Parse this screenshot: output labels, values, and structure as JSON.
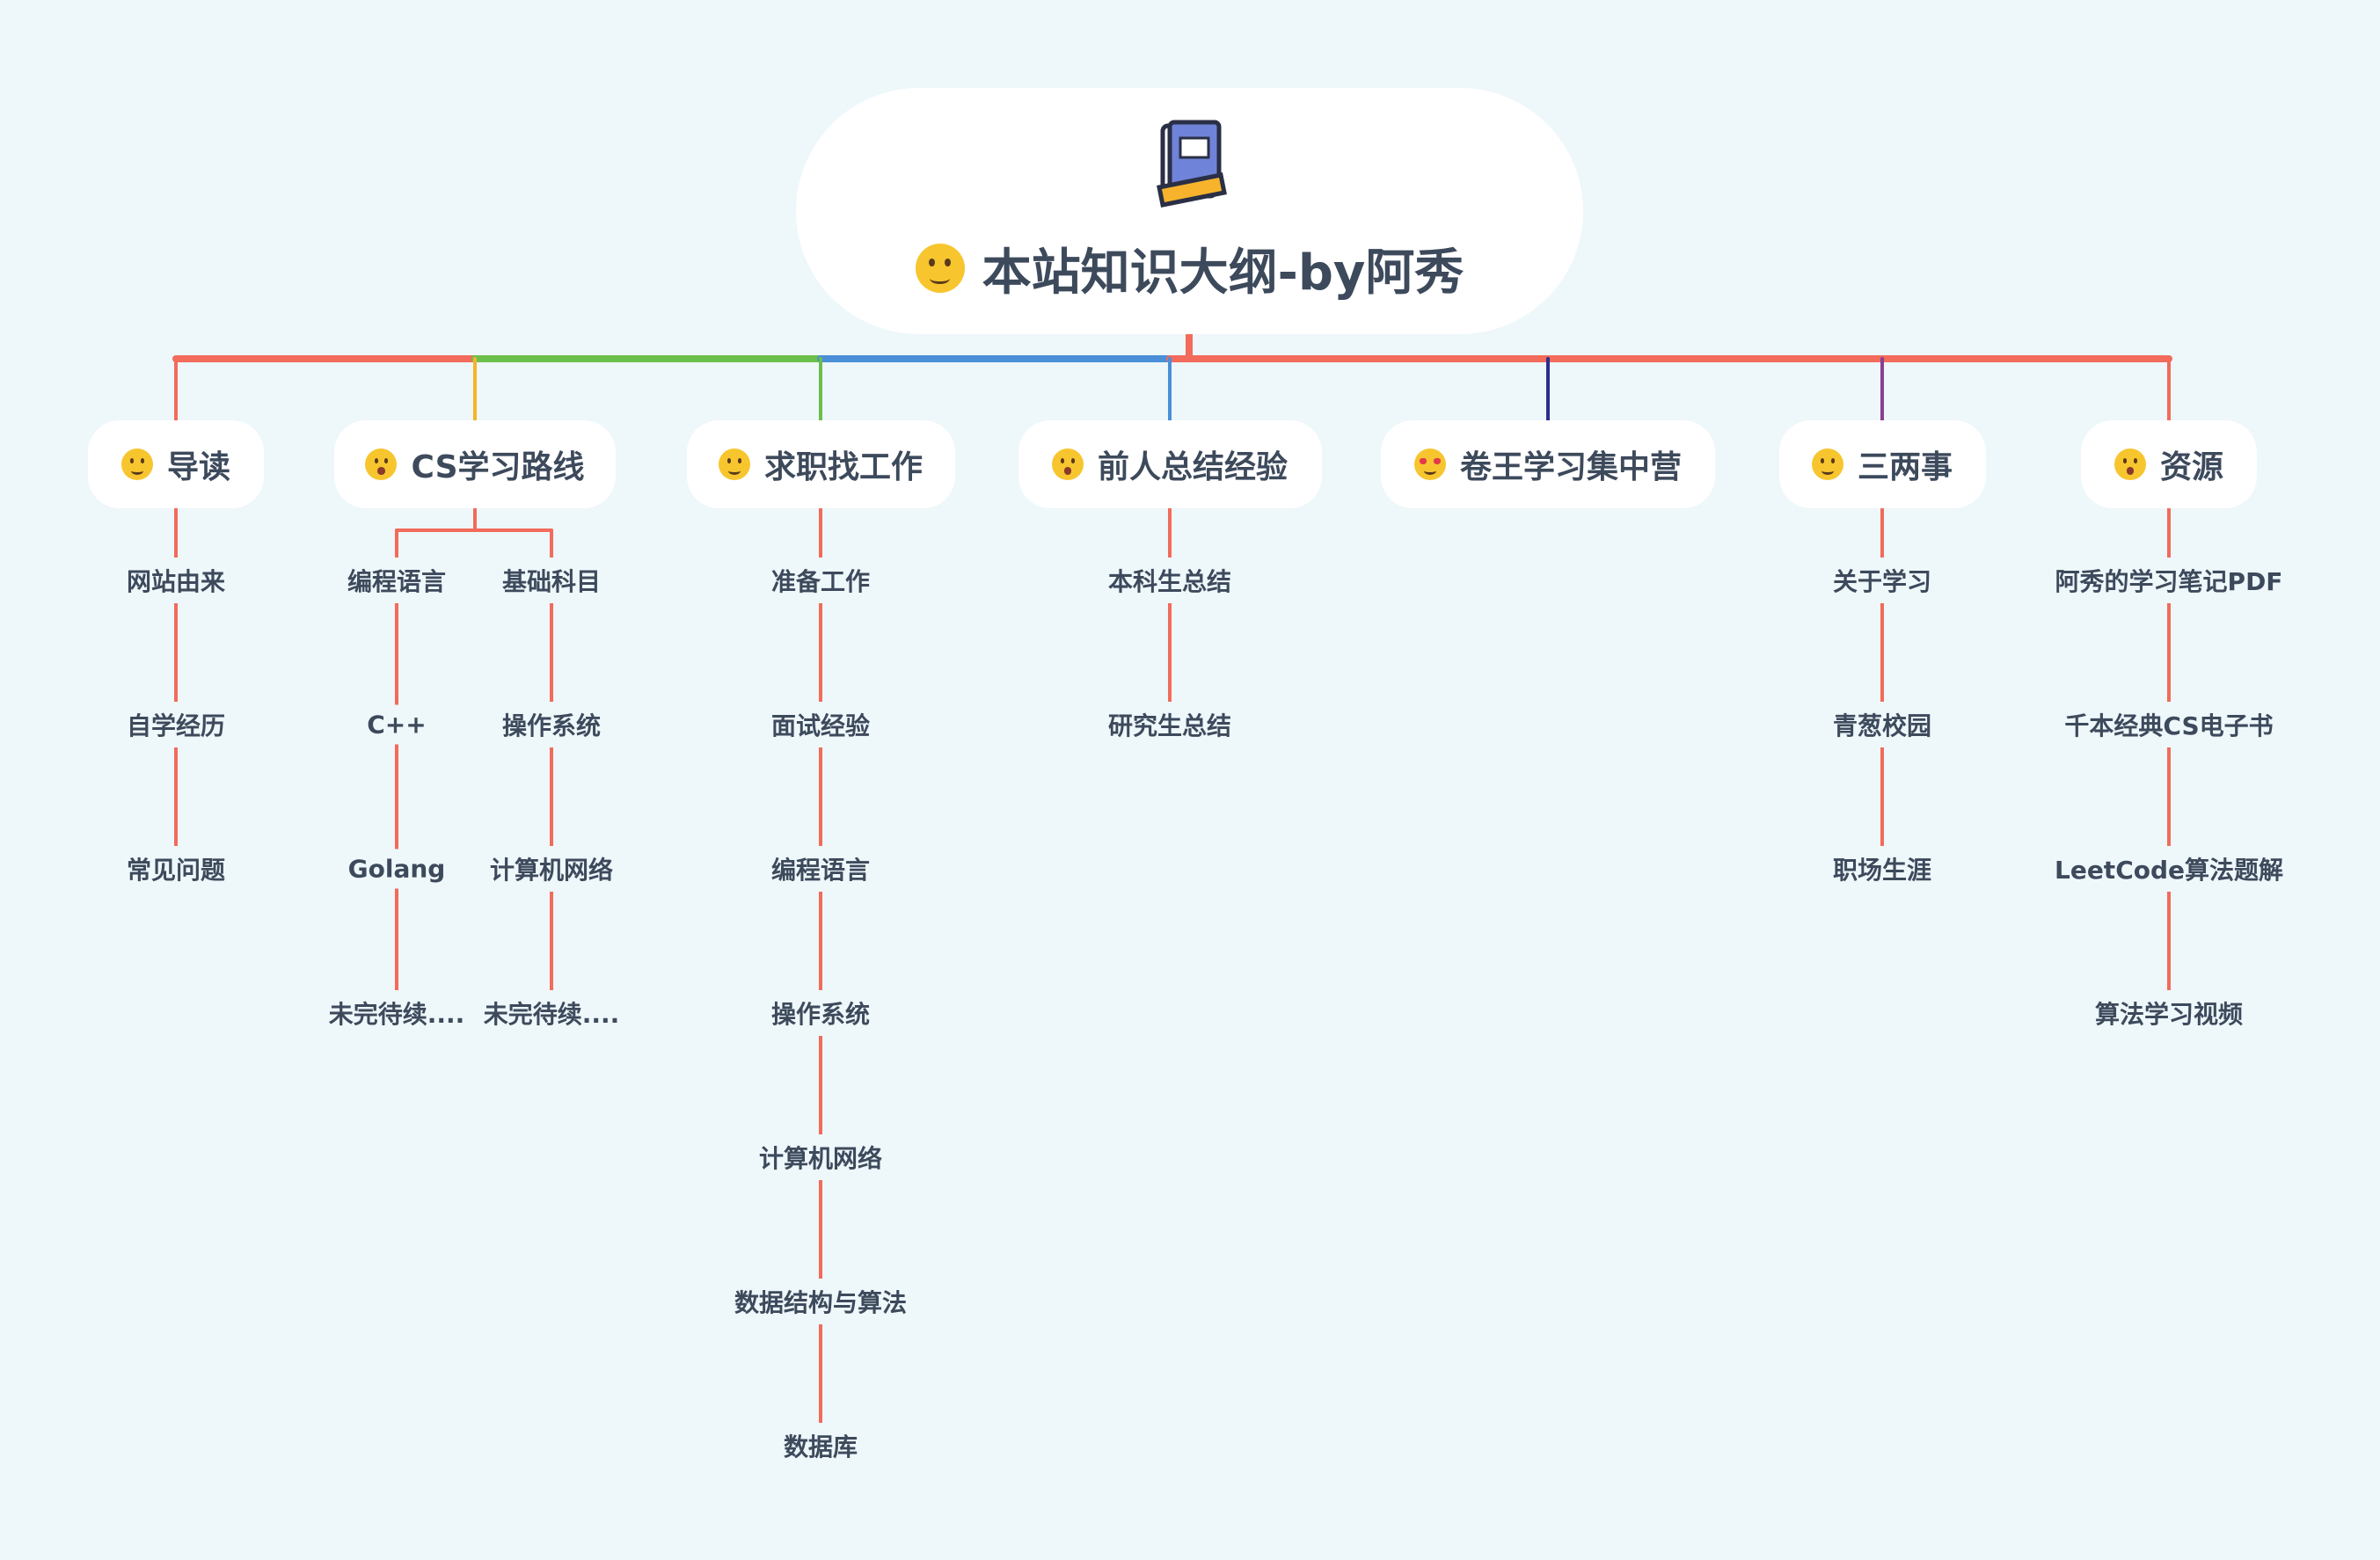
{
  "root": {
    "title": "本站知识大纲-by阿秀",
    "icon": "book-icon",
    "emoji": "grinning-face-icon"
  },
  "branches": [
    {
      "label": "导读",
      "emoji": "smiling-face-icon",
      "color": "#f26b5b",
      "children": [
        "网站由来",
        "自学经历",
        "常见问题"
      ]
    },
    {
      "label": "CS学习路线",
      "emoji": "astonished-face-icon",
      "color": "#f6b32b",
      "groups": [
        {
          "label": "编程语言",
          "children": [
            "C++",
            "Golang",
            "未完待续...."
          ]
        },
        {
          "label": "基础科目",
          "children": [
            "操作系统",
            "计算机网络",
            "未完待续...."
          ]
        }
      ]
    },
    {
      "label": "求职找工作",
      "emoji": "downcast-sweat-face-icon",
      "color": "#6cbf4b",
      "children": [
        "准备工作",
        "面试经验",
        "编程语言",
        "操作系统",
        "计算机网络",
        "数据结构与算法",
        "数据库"
      ]
    },
    {
      "label": "前人总结经验",
      "emoji": "kissing-face-icon",
      "color": "#4a8fd8",
      "children": [
        "本科生总结",
        "研究生总结"
      ]
    },
    {
      "label": "卷王学习集中营",
      "emoji": "heart-eyes-face-icon",
      "color": "#2c2f8c",
      "children": []
    },
    {
      "label": "三两事",
      "emoji": "thinking-face-icon",
      "color": "#8a3f8f",
      "children": [
        "关于学习",
        "青葱校园",
        "职场生涯"
      ]
    },
    {
      "label": "资源",
      "emoji": "astonished-face-icon",
      "color": "#f26b5b",
      "children": [
        "阿秀的学习笔记PDF",
        "千本经典CS电子书",
        "LeetCode算法题解",
        "算法学习视频"
      ]
    }
  ],
  "colors": {
    "background": "#eef7fa",
    "connector": "#f26b5b",
    "text": "#3d4a5c",
    "node": "#ffffff"
  }
}
